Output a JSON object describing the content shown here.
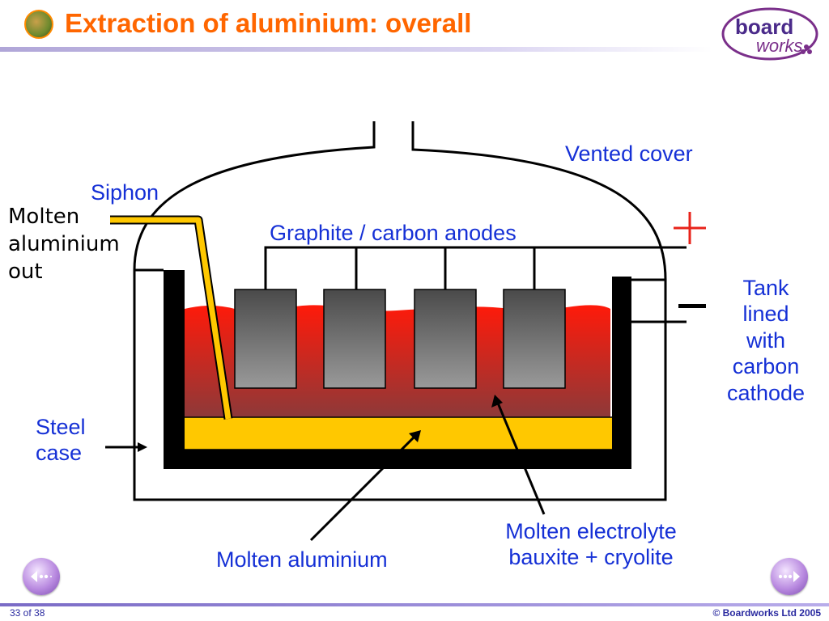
{
  "header": {
    "title": "Extraction of aluminium: overall",
    "logo_line1": "board",
    "logo_line2": "works",
    "title_color": "#ff6600"
  },
  "diagram": {
    "labels": {
      "vented_cover": "Vented cover",
      "siphon": "Siphon",
      "molten_aluminium_out": [
        "Molten",
        "aluminium",
        "out"
      ],
      "graphite_anodes": "Graphite / carbon anodes",
      "plus_sign": "+",
      "minus_sign": "–",
      "tank_lined": [
        "Tank",
        "lined",
        "with",
        "carbon",
        "cathode"
      ],
      "steel_case": [
        "Steel",
        "case"
      ],
      "molten_aluminium": "Molten aluminium",
      "molten_electrolyte": [
        "Molten electrolyte",
        "bauxite + cryolite"
      ]
    },
    "colors": {
      "label_blue": "#1530d6",
      "plus_red": "#e8231a",
      "electrolyte_red": "#ff1a0a",
      "aluminium_yellow": "#ffc800",
      "anode_grey": "#6a6a6a",
      "tank_black": "#000000"
    }
  },
  "navigation": {
    "prev_icon": "prev-arrow-icon",
    "next_icon": "next-arrow-icon",
    "page_indicator": "33 of 38"
  },
  "footer": {
    "copyright": "© Boardworks Ltd 2005"
  }
}
